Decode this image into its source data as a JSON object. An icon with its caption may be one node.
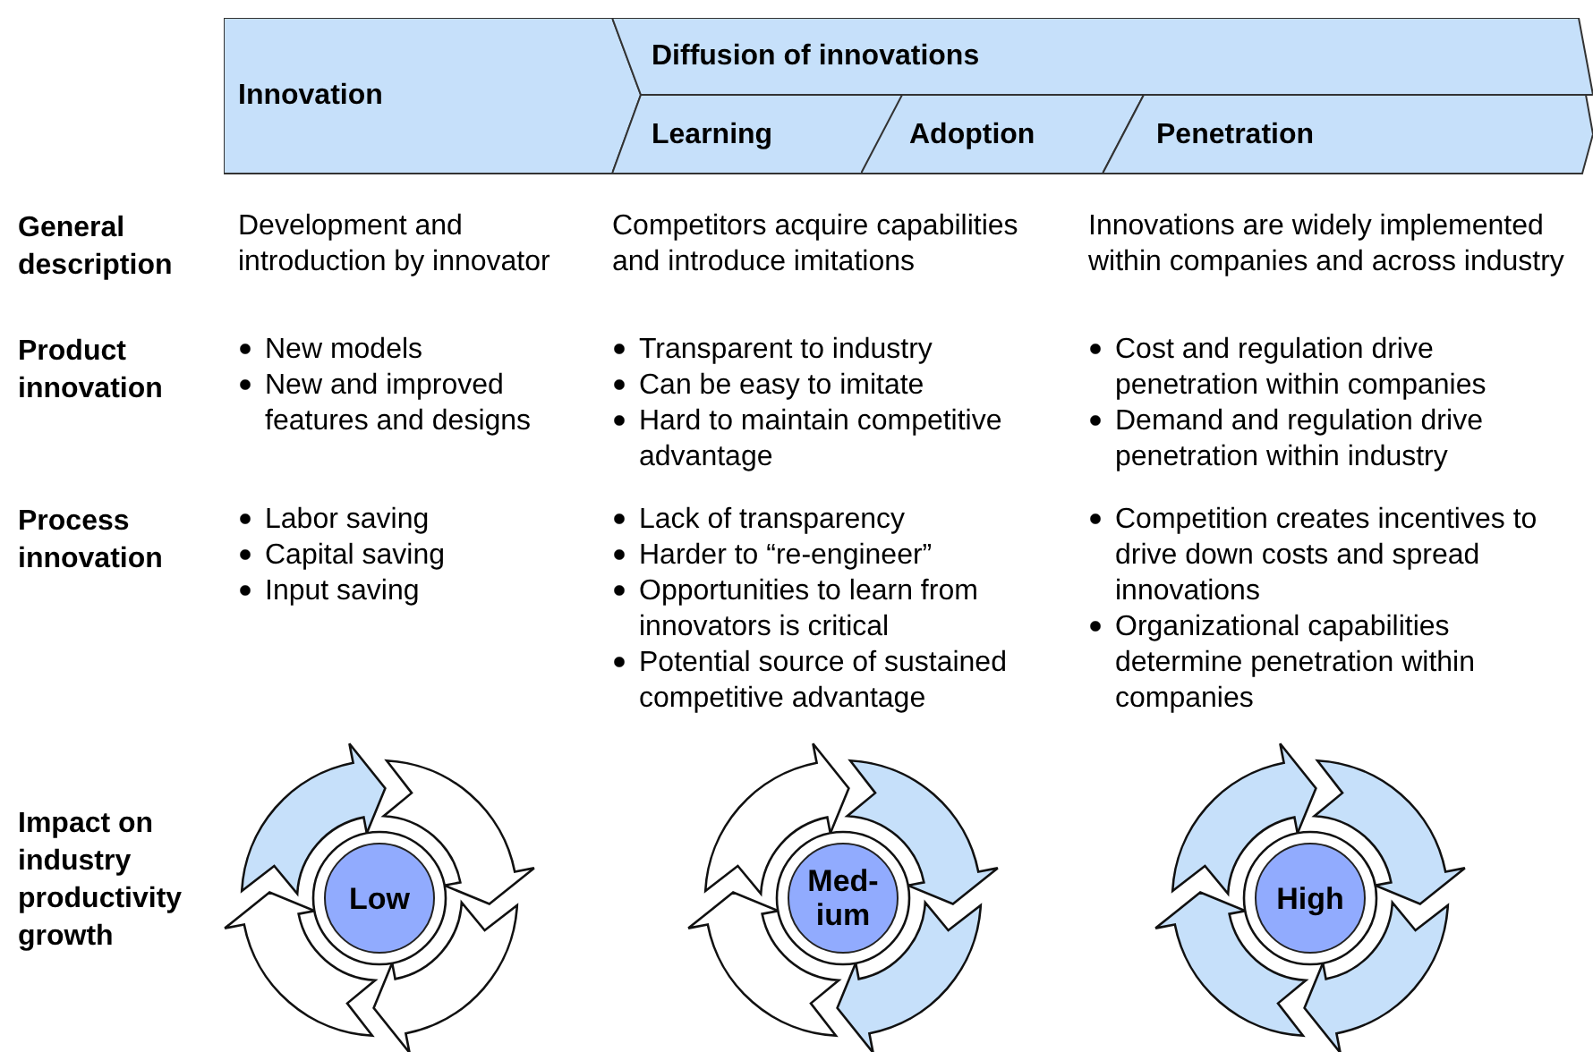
{
  "diagram": {
    "nodes": [
      {
        "text": [
          "Innovation"
        ]
      },
      {
        "text": [
          "Diffusion of innovations"
        ]
      },
      {
        "text": [
          "Learning"
        ]
      },
      {
        "text": [
          "Adoption"
        ]
      },
      {
        "text": [
          "Penetration"
        ]
      },
      {
        "text": [
          "Low"
        ]
      },
      {
        "text": [
          "Med- ium"
        ]
      },
      {
        "text": [
          "High"
        ]
      }
    ],
    "labels": [
      "General description",
      "Development and introduction by innovator",
      "Competitors acquire capabilities and introduce imitations",
      "Innovations are widely implemented within companies and across industry",
      "Product innovation",
      "New models",
      "New and improved features and designs",
      "Transparent to industry",
      "Can be easy to imitate",
      "Hard to maintain competitive advantage",
      "Cost and regulation drive penetration within companies",
      "Demand and regulation drive penetration within industry",
      "Process innovation",
      "Labor saving",
      "Capital saving",
      "Input saving",
      "Lack of transparency",
      "Harder to “re-engineer”",
      "Opportunities to learn from innovators is critical",
      "Potential source of sustained competitive advantage",
      "Competition creates incentives to drive down costs and spread innovations",
      "Organizational capabilities determine penetration within companies",
      "Impact on industry productivity growth"
    ]
  }
}
